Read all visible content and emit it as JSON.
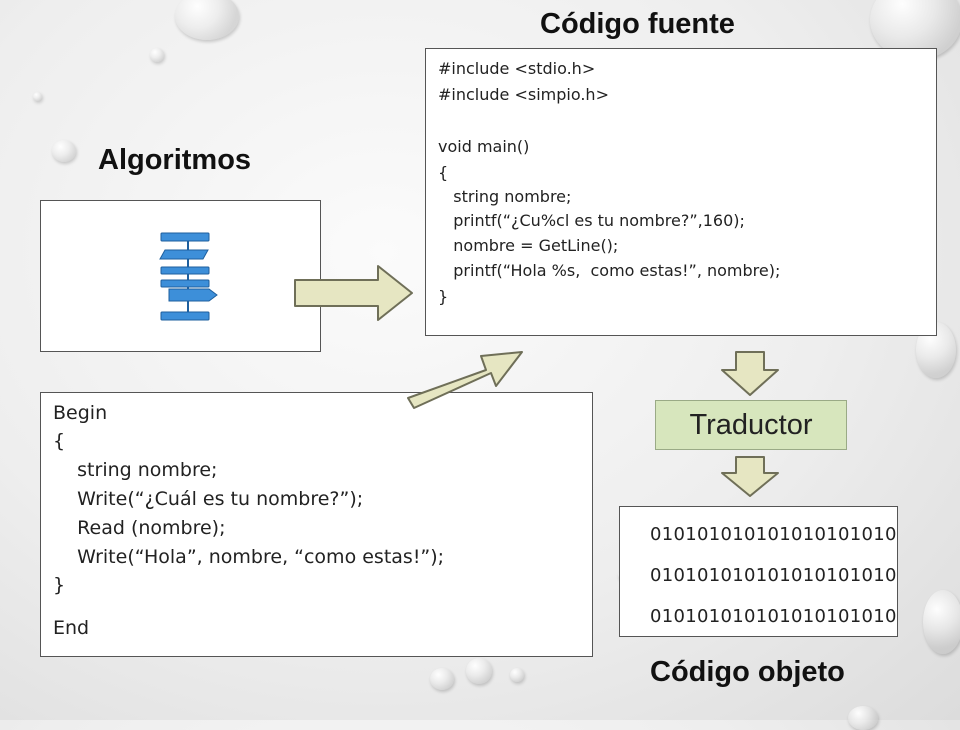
{
  "headings": {
    "source_code": "Código fuente",
    "algorithms": "Algoritmos",
    "object_code": "Código objeto"
  },
  "source_code_lines": [
    "#include <stdio.h>",
    "#include <simpio.h>",
    "",
    "void main()",
    "{",
    "   string nombre;",
    "   printf(“¿Cu%cl es tu nombre?”,160);",
    "   nombre = GetLine();",
    "   printf(“Hola %s,  como estas!”, nombre);",
    "}"
  ],
  "pseudocode_lines": [
    "Begin",
    "{",
    "    string nombre;",
    "    Write(“¿Cuál es tu nombre?”);",
    "    Read (nombre);",
    "    Write(“Hola”, nombre, “como estas!”);",
    "}",
    "End"
  ],
  "translator_label": "Traductor",
  "binary_lines": [
    "010101010101010101010",
    "010101010101010101010",
    "010101010101010101010"
  ],
  "colors": {
    "arrow_fill": "#e6e6c2",
    "arrow_stroke": "#6f6f58",
    "flowchart_blue": "#3d8fd9",
    "translator_fill": "#d7e6bd"
  }
}
